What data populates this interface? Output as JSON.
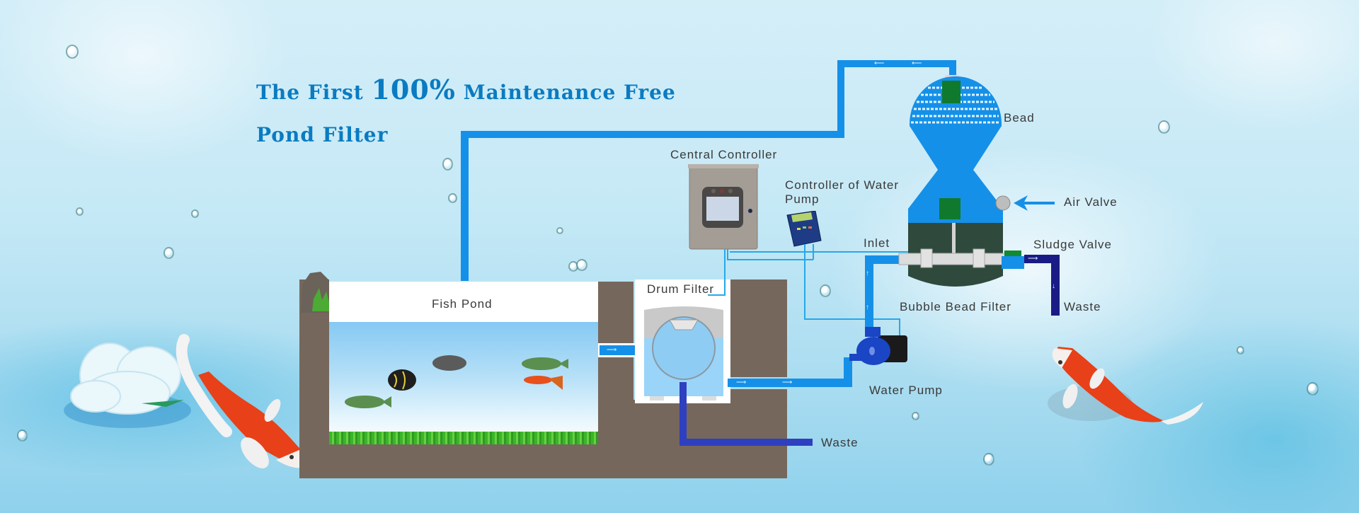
{
  "title": {
    "line1_prefix": "The First ",
    "line1_highlight": "100%",
    "line1_suffix": " Maintenance Free",
    "line2": "Pond Filter"
  },
  "labels": {
    "central_controller": "Central Controller",
    "pump_controller_line1": "Controller of Water",
    "pump_controller_line2": "Pump",
    "bead": "Bead",
    "air_valve": "Air Valve",
    "inlet": "Inlet",
    "sludge_valve": "Sludge Valve",
    "bubble_bead_filter": "Bubble Bead Filter",
    "waste_right": "Waste",
    "drum_filter": "Drum Filter",
    "fish_pond": "Fish Pond",
    "water_pump": "Water Pump",
    "waste_bottom": "Waste"
  },
  "colors": {
    "title": "#0a7bc1",
    "pipe": "#1590e8",
    "waste_pipe": "#2e3fbf",
    "sludge_pipe": "#1b1b86",
    "ground": "#76675d",
    "filter_base": "#2f4a3c"
  },
  "icons": [
    "koi-fish-icon",
    "lotus-flower-icon",
    "water-drop-icon",
    "arrow-icon"
  ]
}
